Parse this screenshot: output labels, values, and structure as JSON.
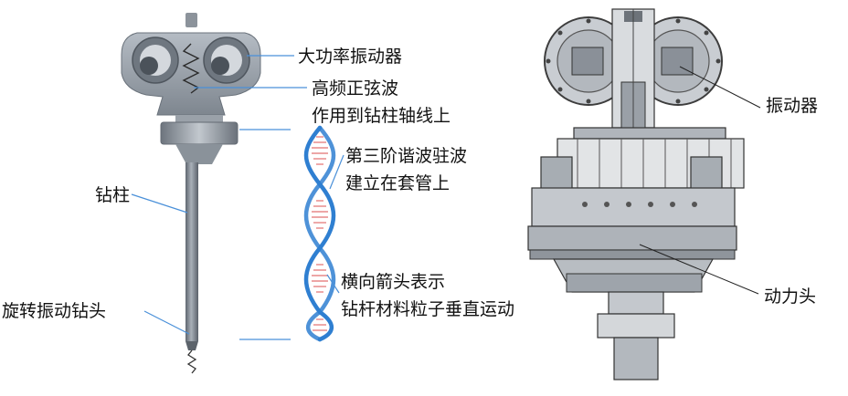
{
  "labels": {
    "vibrator_high_power": "大功率振动器",
    "sine_wave_line1": "高频正弦波",
    "sine_wave_line2": "作用到钻柱轴线上",
    "drill_string": "钻柱",
    "rotary_bit": "旋转振动钻头",
    "standing_wave_line1": "第三阶谐波驻波",
    "standing_wave_line2": "建立在套管上",
    "arrows_line1": "横向箭头表示",
    "arrows_line2": "钻杆材料粒子垂直运动",
    "vibrator": "振动器",
    "power_head": "动力头"
  },
  "colors": {
    "metal": "#8e969f",
    "metal_dark": "#5f6670",
    "wave_blue": "#2f7fd1",
    "wave_red": "#d94b4b",
    "leader_blue": "#4a90d9",
    "leader_black": "#222222"
  }
}
